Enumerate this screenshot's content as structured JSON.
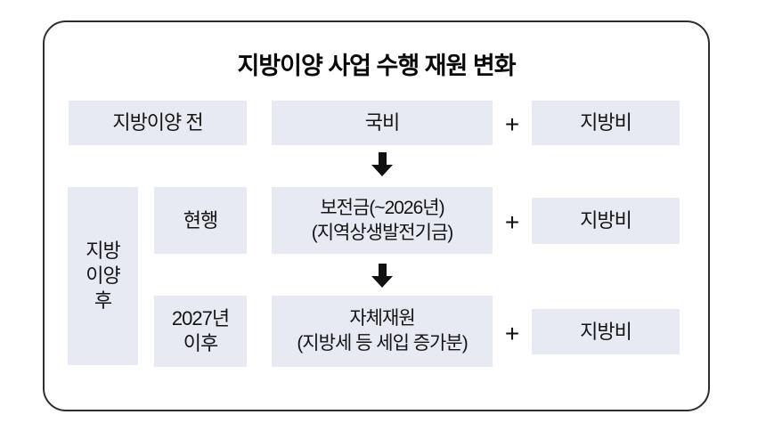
{
  "diagram": {
    "title": "지방이양 사업 수행 재원 변화",
    "plus_sign": "+",
    "arrow_icon": "down-arrow",
    "colors": {
      "box_fill": "#e8eaf3",
      "frame_border": "#2e2e2e",
      "arrow": "#111111",
      "text": "#141414"
    },
    "row_before": {
      "label": "지방이양 전",
      "source": "국비",
      "local": "지방비"
    },
    "after_group": {
      "line1": "지방",
      "line2": "이양",
      "line3": "후"
    },
    "row_current": {
      "label": "현행",
      "source_line1": "보전금(~2026년)",
      "source_line2": "(지역상생발전기금)",
      "local": "지방비"
    },
    "row_future": {
      "label_line1": "2027년",
      "label_line2": "이후",
      "source_line1": "자체재원",
      "source_line2": "(지방세 등 세입 증가분)",
      "local": "지방비"
    }
  }
}
